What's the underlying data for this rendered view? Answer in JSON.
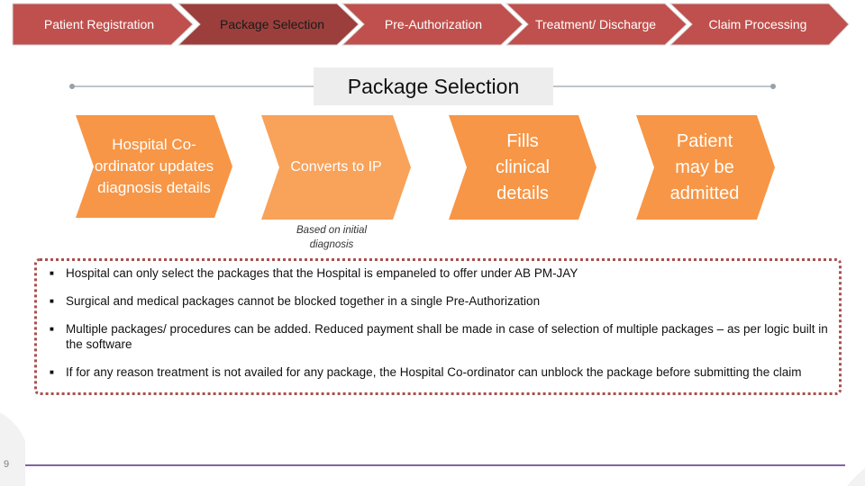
{
  "process_steps": [
    {
      "label": "Patient Registration"
    },
    {
      "label": "Package Selection",
      "active": true
    },
    {
      "label": "Pre-Authorization"
    },
    {
      "label": "Treatment/ Discharge"
    },
    {
      "label": "Claim Processing"
    }
  ],
  "page_title": "Package Selection",
  "flow_steps": [
    {
      "label": "Hospital Co-ordinator updates diagnosis details"
    },
    {
      "label": "Converts to IP"
    },
    {
      "label": "Fills clinical details"
    },
    {
      "label": "Patient may be admitted"
    }
  ],
  "flow_note": "Based on initial diagnosis",
  "bullets": [
    "Hospital can only select the packages that the Hospital is empaneled to offer under AB PM-JAY",
    "Surgical and medical packages cannot be blocked together in a single Pre-Authorization",
    "Multiple packages/ procedures can be added. Reduced payment shall be made in case of selection of multiple packages – as per logic built in the software",
    "If for any reason treatment is not availed for any package, the Hospital Co-ordinator can unblock the package before submitting the claim"
  ],
  "page_number": "9",
  "colors": {
    "chevron": "#c0504d",
    "chevron_active": "#9c3f3c",
    "orange": "#f79646",
    "orange_light": "#f8a25a",
    "line": "#9aa0a6",
    "footer_line": "#8064a2",
    "border": "#a9504f"
  }
}
